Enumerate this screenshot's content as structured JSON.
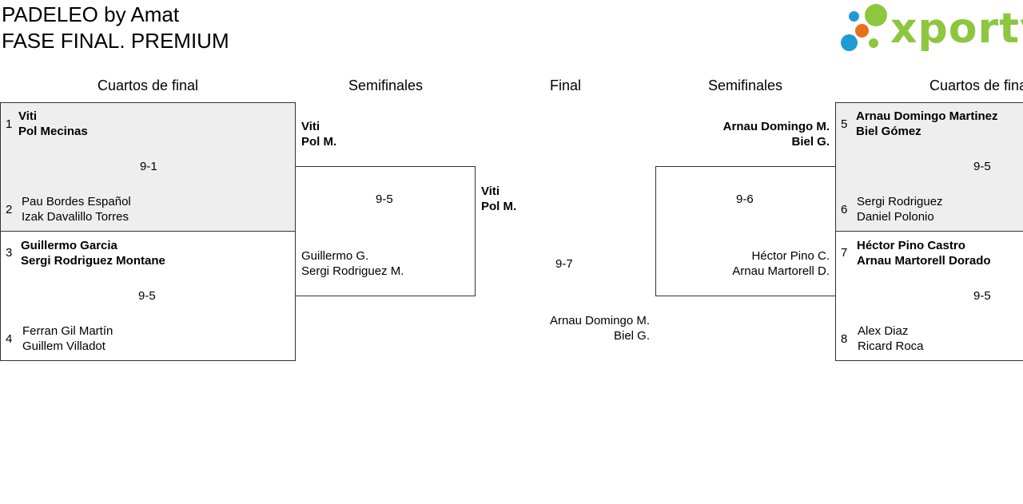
{
  "header": {
    "title_line1": "PADELEO by Amat",
    "title_line2": "FASE FINAL. PREMIUM"
  },
  "logo": {
    "text": "xporty",
    "colors": {
      "green": "#8dc63f",
      "blue": "#1e9bd7",
      "orange": "#e8711b"
    }
  },
  "rounds": {
    "left_qf": "Cuartos de final",
    "left_sf": "Semifinales",
    "final": "Final",
    "right_sf": "Semifinales",
    "right_qf": "Cuartos de final"
  },
  "left_qf": [
    {
      "top": {
        "seed": "1",
        "p1": "Viti",
        "p2": "Pol Mecinas"
      },
      "score": "9-1",
      "bottom": {
        "seed": "2",
        "p1": "Pau Bordes Español",
        "p2": "Izak Davalillo Torres"
      }
    },
    {
      "top": {
        "seed": "3",
        "p1": "Guillermo Garcia",
        "p2": "Sergi Rodriguez Montane"
      },
      "score": "9-5",
      "bottom": {
        "seed": "4",
        "p1": "Ferran Gil Martín",
        "p2": "Guillem Villadot"
      }
    }
  ],
  "left_sf": {
    "top": {
      "p1": "Viti",
      "p2": "Pol M."
    },
    "score": "9-5",
    "bottom": {
      "p1": "Guillermo G.",
      "p2": "Sergi Rodriguez M."
    }
  },
  "final": {
    "top": {
      "p1": "Viti",
      "p2": "Pol M."
    },
    "score": "9-7",
    "bottom": {
      "p1": "Arnau Domingo M.",
      "p2": "Biel G."
    }
  },
  "right_sf": {
    "top": {
      "p1": "Arnau Domingo M.",
      "p2": "Biel G."
    },
    "score": "9-6",
    "bottom": {
      "p1": "Héctor Pino C.",
      "p2": "Arnau Martorell D."
    }
  },
  "right_qf": [
    {
      "top": {
        "seed": "5",
        "p1": "Arnau Domingo Martinez",
        "p2": "Biel Gómez"
      },
      "score": "9-5",
      "bottom": {
        "seed": "6",
        "p1": "Sergi Rodriguez",
        "p2": "Daniel Polonio"
      }
    },
    {
      "top": {
        "seed": "7",
        "p1": "Héctor Pino Castro",
        "p2": "Arnau Martorell Dorado"
      },
      "score": "9-5",
      "bottom": {
        "seed": "8",
        "p1": "Alex Diaz",
        "p2": "Ricard Roca"
      }
    }
  ]
}
